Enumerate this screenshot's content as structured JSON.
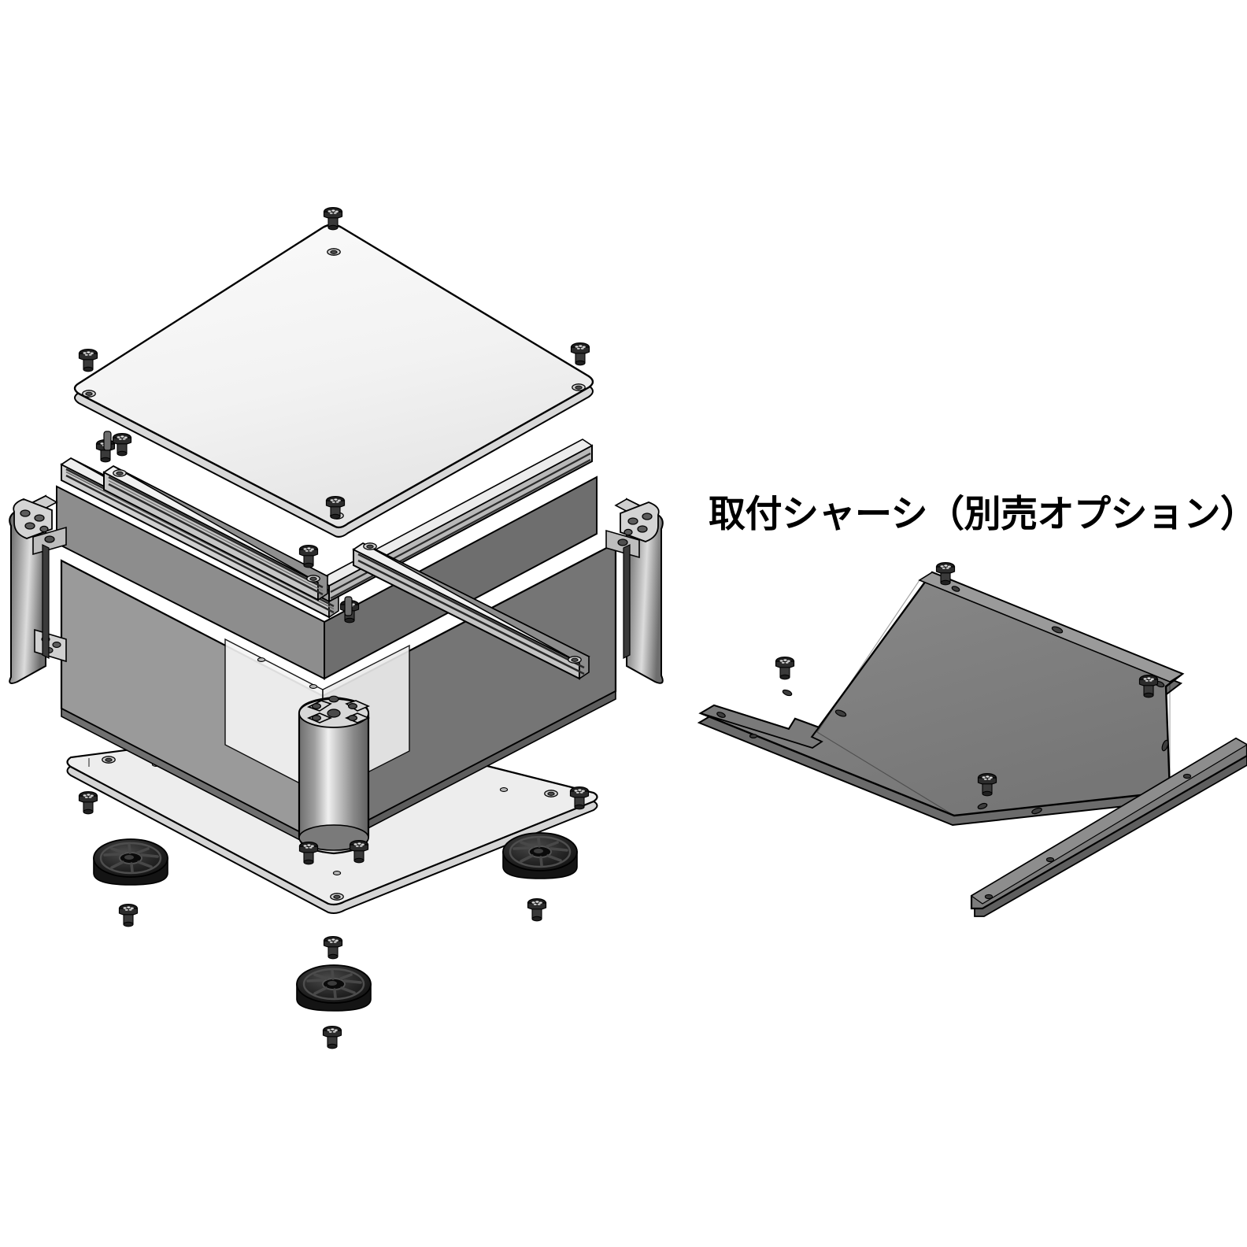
{
  "figure": {
    "kind": "exploded-assembly-illustration",
    "background_color": "#ffffff",
    "line_color": "#000000",
    "caption": "取付シャーシ（別売オプション）"
  },
  "palette": {
    "background": "#ffffff",
    "outline": "#000000",
    "top_panel": "#f7f7f7",
    "base_plate": "#ededed",
    "side_panel_light": "#9a9a9a",
    "side_panel_dark": "#757575",
    "chassis_plate": "#808080",
    "chassis_plate_edge": "#6a6a6a",
    "extrusion_light": "#e8e8e8",
    "extrusion_mid": "#bdbdbd",
    "extrusion_dark": "#585858",
    "corner_post": "#8f8f8f",
    "corner_post_highlight": "#e2e2e2",
    "fastener": "#2a2a2a",
    "rubber_foot": "#1c1c1c"
  },
  "main_assembly": {
    "label": "enclosure-exploded-view",
    "parts": [
      {
        "name": "top-cover-panel",
        "color": "#f7f7f7",
        "fasteners": 4
      },
      {
        "name": "upper-extrusion-rail-left",
        "color": "#d6d6d6"
      },
      {
        "name": "upper-extrusion-rail-right",
        "color": "#d6d6d6"
      },
      {
        "name": "lower-extrusion-rail-left",
        "color": "#d6d6d6"
      },
      {
        "name": "lower-extrusion-rail-right",
        "color": "#d6d6d6"
      },
      {
        "name": "side-panel-front-left",
        "color": "#9a9a9a"
      },
      {
        "name": "side-panel-front-right",
        "color": "#757575"
      },
      {
        "name": "side-panel-rear-left",
        "color": "#8a8a8a"
      },
      {
        "name": "side-panel-rear-right",
        "color": "#6e6e6e"
      },
      {
        "name": "corner-post-front",
        "color": "#8f8f8f"
      },
      {
        "name": "corner-post-left",
        "color": "#8f8f8f"
      },
      {
        "name": "corner-post-right",
        "color": "#8f8f8f"
      },
      {
        "name": "base-plate",
        "color": "#ededed"
      },
      {
        "name": "rubber-foot-left",
        "color": "#1c1c1c"
      },
      {
        "name": "rubber-foot-right",
        "color": "#1c1c1c"
      },
      {
        "name": "rubber-foot-front",
        "color": "#1c1c1c"
      }
    ],
    "fastener_count": 16,
    "foot_count": 3
  },
  "option_assembly": {
    "label": "mounting-chassis-option",
    "caption": "取付シャーシ（別売オプション）",
    "parts": [
      {
        "name": "chassis-plate",
        "color": "#808080",
        "fasteners": 4
      },
      {
        "name": "chassis-support-bar",
        "color": "#7c7c7c"
      }
    ]
  }
}
